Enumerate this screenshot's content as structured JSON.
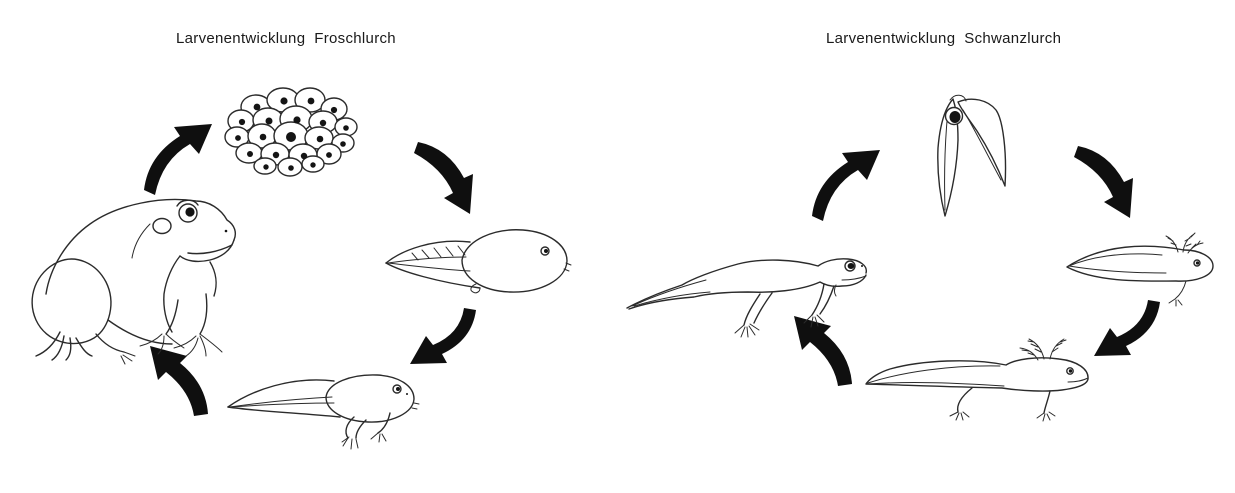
{
  "page": {
    "background_color": "#ffffff",
    "ink_color": "#2b2b2b",
    "arrow_color": "#0f0f0f"
  },
  "left_cycle": {
    "title": "Larvenentwicklung  Froschlurch",
    "stages": [
      {
        "icon": "frog-eggs-icon",
        "position": "top"
      },
      {
        "icon": "tadpole-icon",
        "position": "right"
      },
      {
        "icon": "tadpole-with-legs-icon",
        "position": "bottom"
      },
      {
        "icon": "adult-frog-icon",
        "position": "left"
      }
    ],
    "arrows": [
      {
        "icon": "curved-arrow-icon",
        "direction": "up-right",
        "from": "adult-frog",
        "to": "frog-eggs"
      },
      {
        "icon": "curved-arrow-icon",
        "direction": "down-right",
        "from": "frog-eggs",
        "to": "tadpole"
      },
      {
        "icon": "curved-arrow-icon",
        "direction": "down-left",
        "from": "tadpole",
        "to": "tadpole-with-legs"
      },
      {
        "icon": "curved-arrow-icon",
        "direction": "up-left",
        "from": "tadpole-with-legs",
        "to": "adult-frog"
      }
    ]
  },
  "right_cycle": {
    "title": "Larvenentwicklung  Schwanzlurch",
    "stages": [
      {
        "icon": "newt-egg-on-leaf-icon",
        "position": "top"
      },
      {
        "icon": "newt-larva-gills-icon",
        "position": "right"
      },
      {
        "icon": "newt-larva-legs-gills-icon",
        "position": "bottom"
      },
      {
        "icon": "adult-newt-icon",
        "position": "left"
      }
    ],
    "arrows": [
      {
        "icon": "curved-arrow-icon",
        "direction": "up-right",
        "from": "adult-newt",
        "to": "newt-egg-on-leaf"
      },
      {
        "icon": "curved-arrow-icon",
        "direction": "down-right",
        "from": "newt-egg-on-leaf",
        "to": "newt-larva-gills"
      },
      {
        "icon": "curved-arrow-icon",
        "direction": "down-left",
        "from": "newt-larva-gills",
        "to": "newt-larva-legs-gills"
      },
      {
        "icon": "curved-arrow-icon",
        "direction": "up-left",
        "from": "newt-larva-legs-gills",
        "to": "adult-newt"
      }
    ]
  }
}
